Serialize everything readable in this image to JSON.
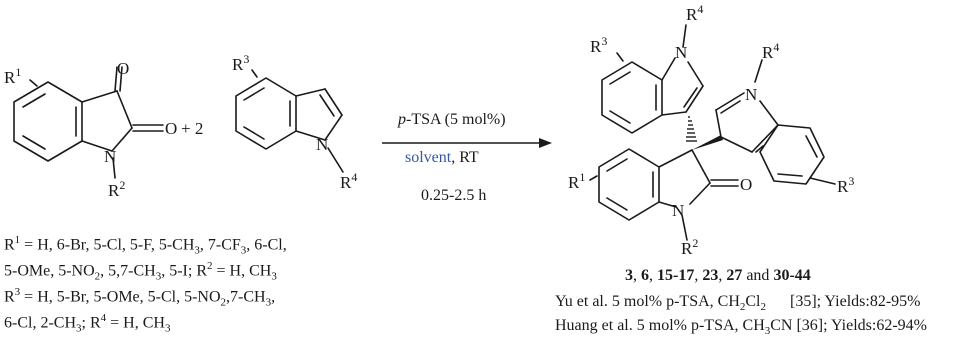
{
  "labels": {
    "R1": "R",
    "R1_sup": "1",
    "R2": "R",
    "R2_sup": "2",
    "R3": "R",
    "R3_sup": "3",
    "R4": "R",
    "R4_sup": "4",
    "O": "O",
    "N": "N",
    "plus_two": "+ 2"
  },
  "conditions": {
    "catalyst_italic": "p",
    "catalyst_rest": "-TSA (5 mol%)",
    "solvent": "solvent",
    "temp": ", RT",
    "time": "0.25-2.5 h"
  },
  "substituents": {
    "line1_R": "R",
    "line1_sup": "1",
    "line1_text": " = H, 6-Br, 5-Cl, 5-F, 5-CH",
    "line1_sub": "3",
    "line1_tail": ", 7-CF",
    "line1_sub2": "3",
    "line1_tail2": ", 6-Cl,",
    "line2_a": "5-OMe, 5-NO",
    "line2_sub": "2",
    "line2_b": ", 5,7-CH",
    "line2_sub2": "3",
    "line2_c": ", 5-I; R",
    "line2_sup": "2",
    "line2_d": " = H, CH",
    "line2_sub3": "3",
    "line3_R": "R",
    "line3_sup": "3",
    "line3_a": " = H, 5-Br, 5-OMe, 5-Cl, 5-NO",
    "line3_sub": "2",
    "line3_b": ",7-CH",
    "line3_sub2": "3",
    "line3_c": ",",
    "line4_a": "6-Cl, 2-CH",
    "line4_sub": "3",
    "line4_b": "; R",
    "line4_sup": "4",
    "line4_c": " = H, CH",
    "line4_sub2": "3"
  },
  "products": {
    "n1": "3",
    "s1": ", ",
    "n2": "6",
    "s2": ", ",
    "n3": "15-17",
    "s3": ", ",
    "n4": "23",
    "s4": ", ",
    "n5": "27",
    "s5": " and ",
    "n6": "30-44"
  },
  "references": [
    {
      "a": "Yu et al. 5 mol% p-TSA, CH",
      "sub1": "2",
      "b": "Cl",
      "sub2": "2",
      "c": "      [35]; Yields:82-95%"
    },
    {
      "a": "Huang et al. 5 mol% p-TSA, CH",
      "sub1": "3",
      "b": "CN [36]; Yields:62-94%",
      "sub2": "",
      "c": ""
    }
  ],
  "colors": {
    "solvent": "#3557a6"
  }
}
